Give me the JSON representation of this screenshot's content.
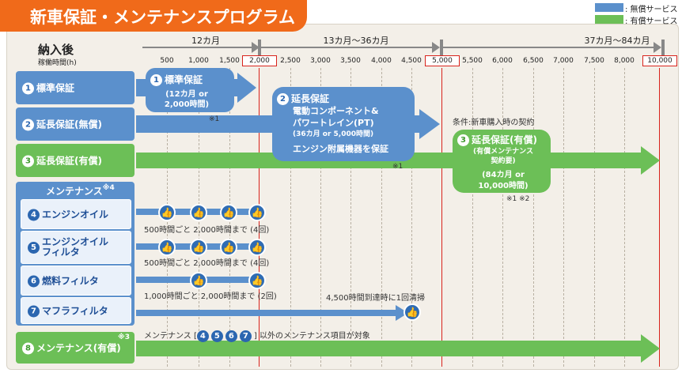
{
  "title": "新車保証・メンテナンスプログラム",
  "legend": [
    {
      "label": ": 無償サービス",
      "color": "#5b90cc"
    },
    {
      "label": ": 有償サービス",
      "color": "#6cbf57"
    }
  ],
  "header": {
    "delivery": "納入後",
    "operating_hours": "稼働時間(h)"
  },
  "periods": [
    "12カ月",
    "13カ月〜36カ月",
    "37カ月〜84カ月"
  ],
  "axis_ticks": [
    "500",
    "1,000",
    "1,500",
    "2,000",
    "2,500",
    "3,000",
    "3,500",
    "4,000",
    "4,500",
    "5,000",
    "5,500",
    "6,000",
    "6,500",
    "7,000",
    "7,500",
    "8,000",
    "10,000"
  ],
  "rows": {
    "standard": {
      "num": "1",
      "label": "標準保証"
    },
    "ext_free": {
      "num": "2",
      "label": "延長保証(無償)"
    },
    "ext_paid": {
      "num": "3",
      "label": "延長保証(有償)"
    },
    "maintenance_header": "メンテナンス",
    "maintenance_note": "※4",
    "oil": {
      "num": "4",
      "label": "エンジンオイル"
    },
    "oil_filter": {
      "num": "5",
      "label1": "エンジンオイル",
      "label2": "フィルタ"
    },
    "fuel_filter": {
      "num": "6",
      "label": "燃料フィルタ"
    },
    "muffler": {
      "num": "7",
      "label": "マフラフィルタ"
    },
    "paid_maint": {
      "num": "8",
      "label": "メンテナンス(有償)",
      "note": "※3"
    }
  },
  "bubbles": {
    "standard": {
      "num": "1",
      "title": "標準保証",
      "line1": "(12カ月 or",
      "line2": "2,000時間)",
      "note": "※1"
    },
    "extended_free": {
      "num": "2",
      "title": "延長保証",
      "line1": "電動コンポーネント&",
      "line2": "パワートレイン(PT)",
      "line3": "(36カ月 or 5,000時間)",
      "line4": "エンジン附属機器を保証",
      "note": "※1"
    },
    "extended_paid": {
      "condition": "条件:新車購入時の契約",
      "num": "3",
      "title": "延長保証(有償)",
      "line1": "(有償メンテナンス",
      "line2": "契約要)",
      "line3": "(84カ月 or",
      "line4": "10,000時間)",
      "note": "※1 ※2"
    }
  },
  "notes": {
    "oil": "500時間ごと 2,000時間まで (4回)",
    "oil_filter": "500時間ごと 2,000時間まで (4回)",
    "fuel_filter": "1,000時間ごと 2,000時間まで (2回)",
    "muffler": "4,500時間到達時に1回清掃",
    "paid_prefix": "メンテナンス [",
    "paid_nums": [
      "4",
      "5",
      "6",
      "7"
    ],
    "paid_suffix": "] 以外のメンテナンス項目が対象"
  }
}
